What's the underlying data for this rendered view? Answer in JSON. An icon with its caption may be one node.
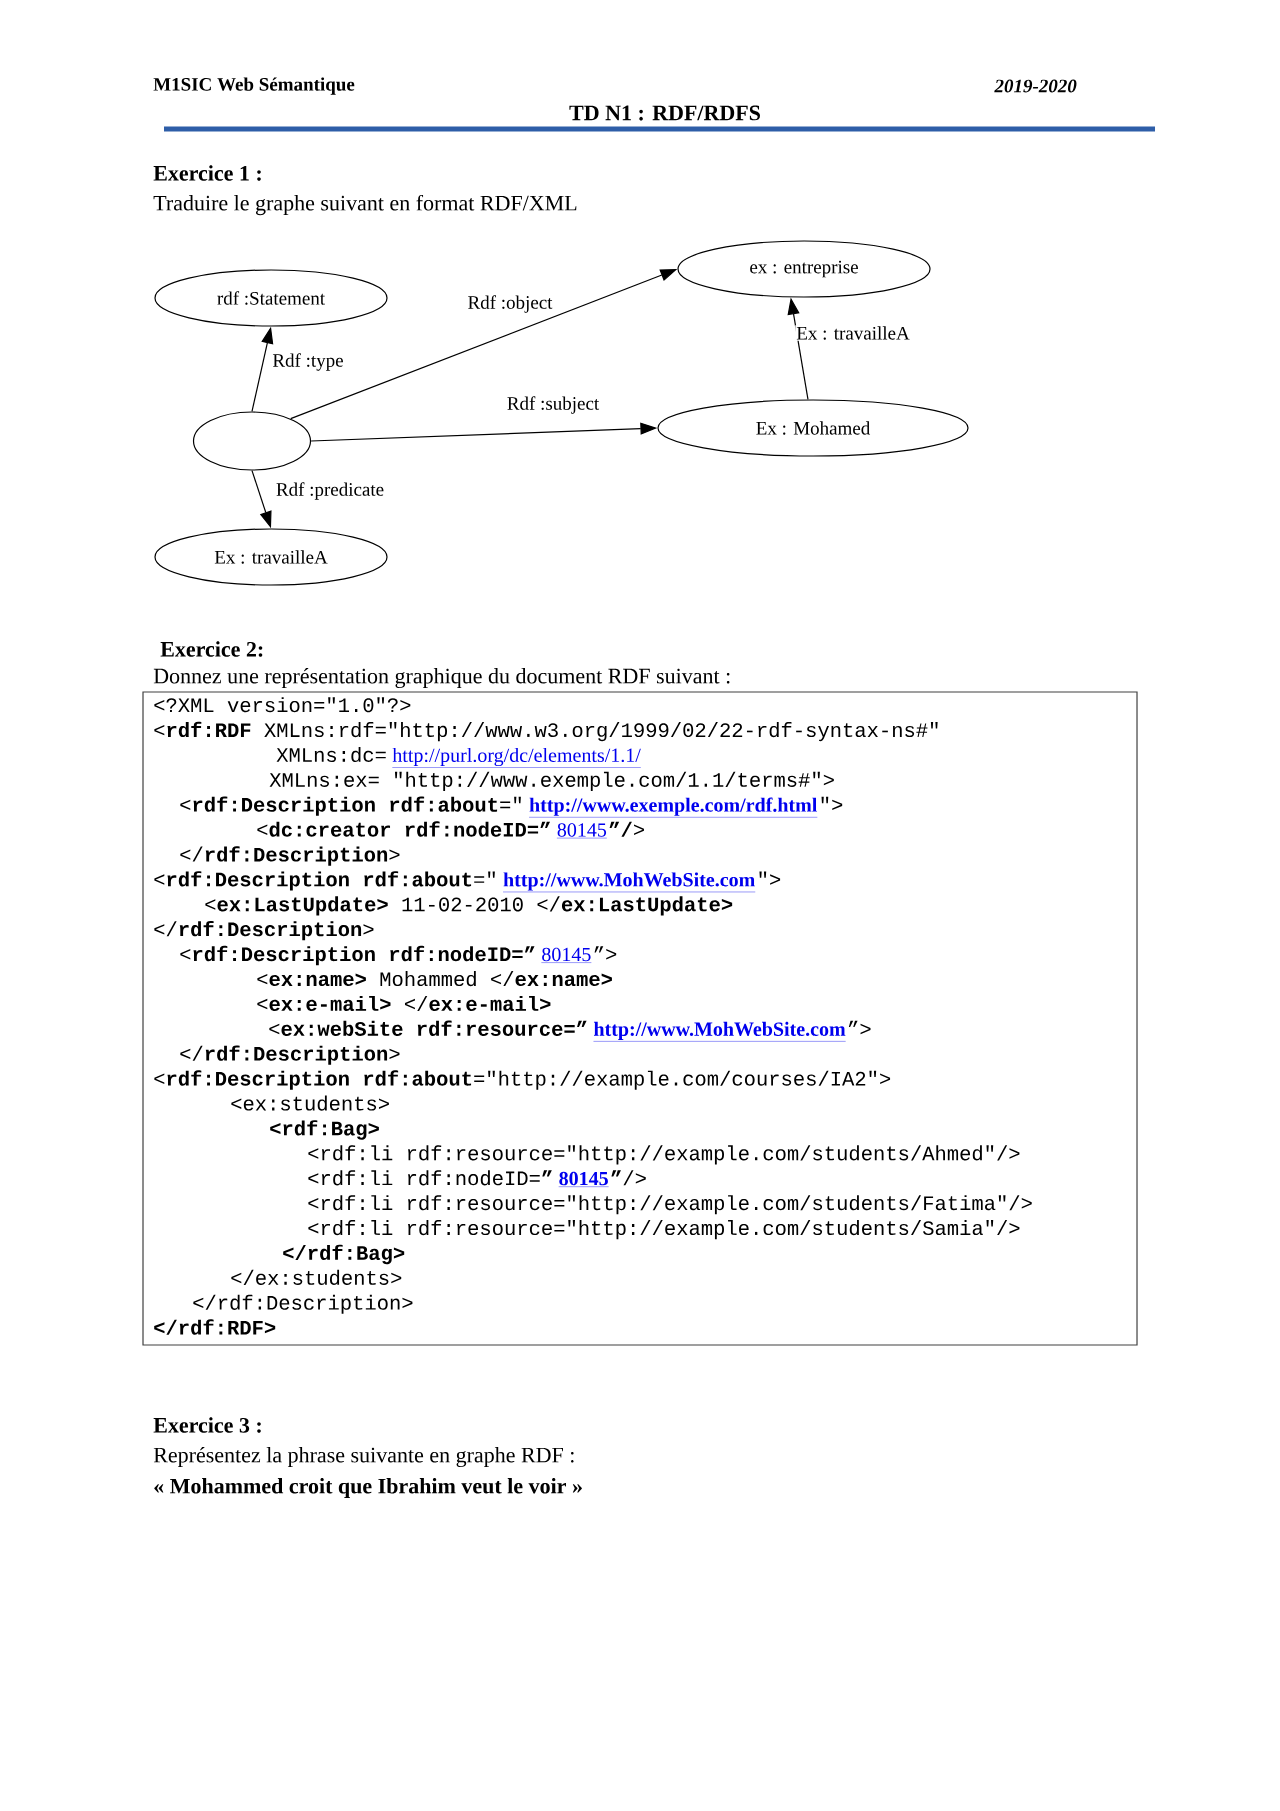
{
  "diagram": {
    "title": "TD N1 : RDF/RDFS",
    "nodes": [
      {
        "text": [
          "ex : entreprise"
        ]
      },
      {
        "text": [
          "rdf :Statement"
        ]
      },
      {
        "text": [
          "Ex : Mohamed"
        ]
      },
      {
        "text": [],
        "shape": "ellipse"
      },
      {
        "text": [
          "Ex : travailleA"
        ]
      }
    ],
    "edges": [
      {
        "from": 3,
        "to": 1,
        "arrow": "to",
        "label": "Rdf :type"
      },
      {
        "from": 3,
        "to": 0,
        "arrow": "to",
        "label": "Rdf :object"
      },
      {
        "from": 3,
        "to": 2,
        "arrow": "to",
        "label": "Rdf :subject"
      },
      {
        "from": 2,
        "to": 0,
        "arrow": "to",
        "label": "Ex : travailleA"
      },
      {
        "from": 3,
        "to": 4,
        "arrow": "to",
        "label": "Rdf :predicate"
      }
    ],
    "labels": [
      "M1SIC Web Sémantique",
      "2019-2020",
      "Exercice 1 :",
      "Traduire le graphe suivant en format RDF/XML",
      "Exercice 2:",
      "Donnez une représentation graphique du document RDF suivant :",
      "<?XML version=\"1.0\"?>",
      "<**rdf:RDF** XMLns:rdf=\"http://www.w3.org/1999/02/22-rdf-syntax-ns#\"",
      "XMLns:dc=",
      "http://purl.org/dc/elements/1.1/",
      "XMLns:ex= \"http://www.exemple.com/1.1/terms#\">",
      "<**rdf:Description rdf:about**=\"",
      "http://www.exemple.com/rdf.html",
      "\">",
      "<**dc:creator rdf:nodeID=”**",
      "80145",
      "**”/**>",
      "</**rdf:Description**>",
      "<**rdf:Description rdf:about**=\"",
      "http://www.MohWebSite.com",
      "\">",
      "<**ex:LastUpdate>** 11-02-2010 </**ex:LastUpdate>**",
      "</**rdf:Description**>",
      "<**rdf:Description rdf:nodeID=”**",
      "80145",
      "”>",
      "<**ex:name>** Mohammed </**ex:name>**",
      "<**ex:e-mail>** </**ex:e-mail>**",
      "<**ex:webSite rdf:resource=”**",
      "http://www.MohWebSite.com",
      "”>",
      "</**rdf:Description**>",
      "<**rdf:Description rdf:about**=\"http://example.com/courses/IA2\">",
      "<ex:students>",
      "<rdf:Bag>",
      "<rdf:li rdf:resource=\"http://example.com/students/Ahmed\"/>",
      "<rdf:li rdf:nodeID=**”**",
      "80145",
      "**”**/>",
      "<rdf:li rdf:resource=\"http://example.com/students/Fatima\"/>",
      "<rdf:li rdf:resource=\"http://example.com/students/Samia\"/>",
      "</rdf:Bag>",
      "</ex:students>",
      "</rdf:Description>",
      "</rdf:RDF>",
      "Exercice 3 :",
      "Représentez la phrase suivante en graphe RDF :",
      "« Mohammed croit que Ibrahim veut le voir »"
    ]
  }
}
